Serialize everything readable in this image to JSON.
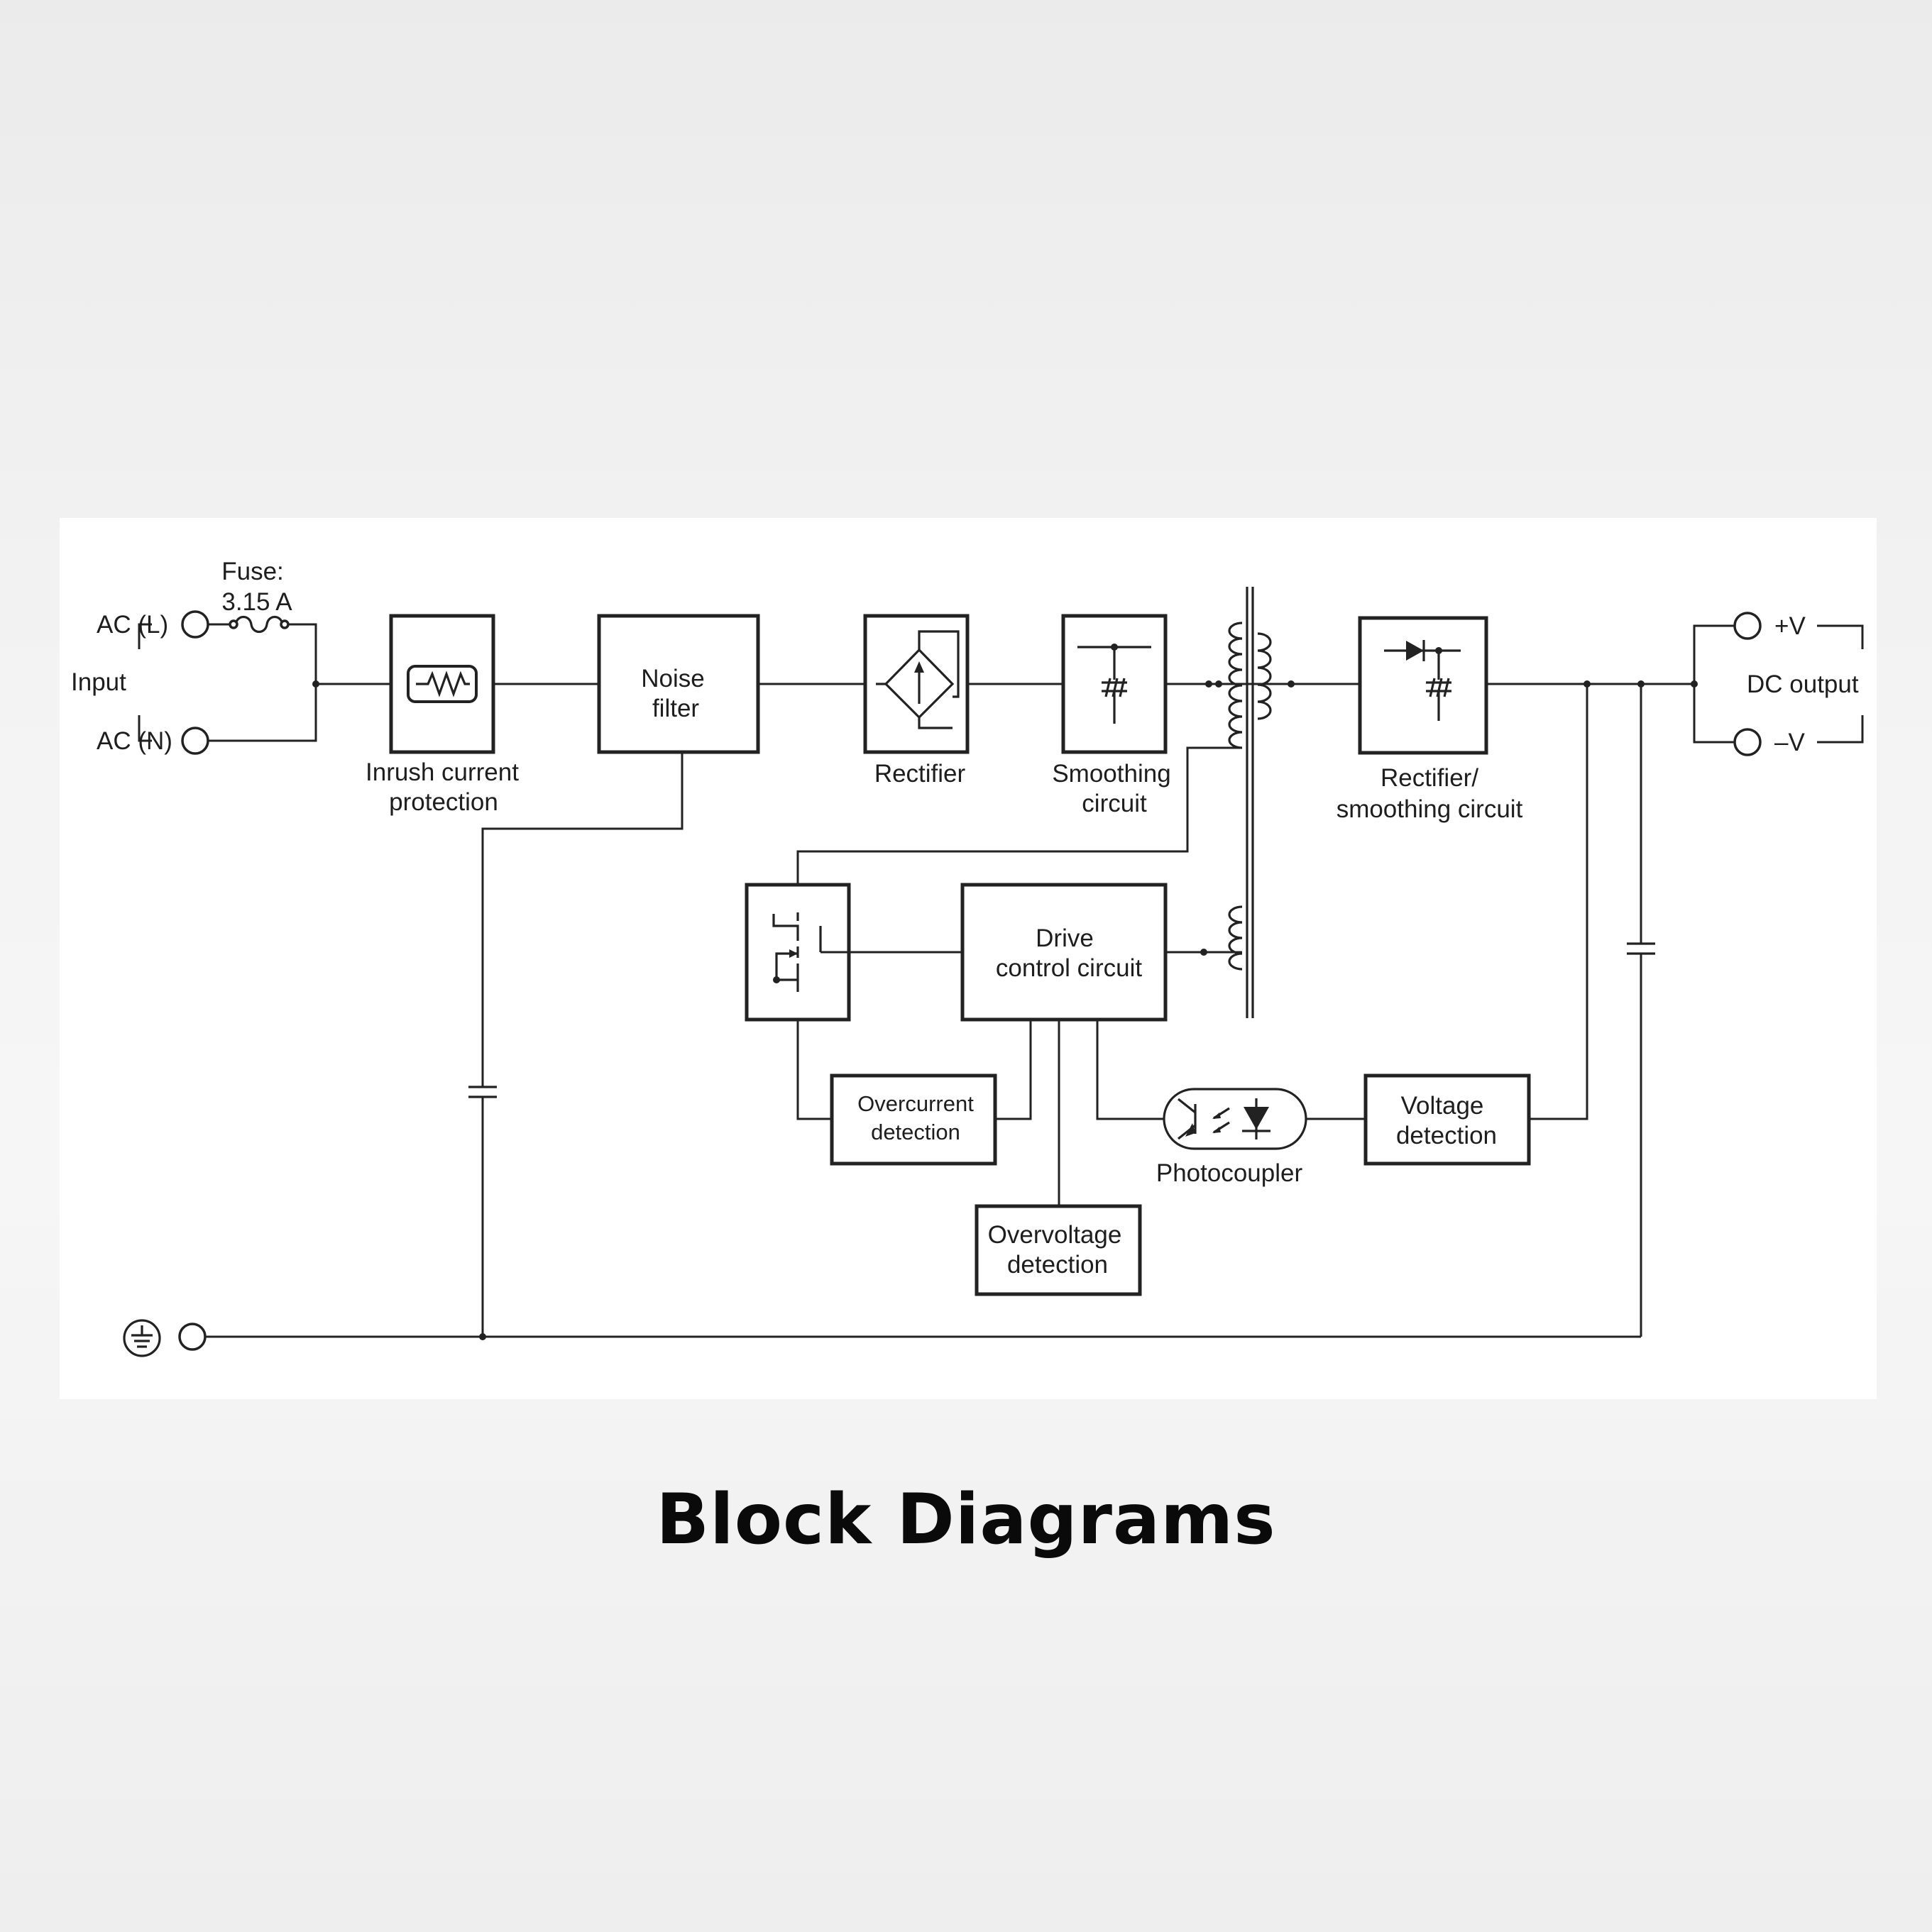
{
  "diagram": {
    "input_label": "Input",
    "ac_l_label": "AC (L)",
    "ac_n_label": "AC (N)",
    "fuse_label_line1": "Fuse:",
    "fuse_label_line2": "3.15 A",
    "inrush_label_line1": "Inrush current",
    "inrush_label_line2": "protection",
    "noise_filter_line1": "Noise",
    "noise_filter_line2": "filter",
    "rectifier_label": "Rectifier",
    "smoothing_line1": "Smoothing",
    "smoothing_line2": "circuit",
    "rect_smooth_line1": "Rectifier/",
    "rect_smooth_line2": "smoothing circuit",
    "plus_v_label": "+V",
    "minus_v_label": "–V",
    "dc_output_label": "DC output",
    "drive_line1": "Drive",
    "drive_line2": "control circuit",
    "overcurrent_line1": "Overcurrent",
    "overcurrent_line2": "detection",
    "overvoltage_line1": "Overvoltage",
    "overvoltage_line2": "detection",
    "photocoupler_label": "Photocoupler",
    "voltage_det_line1": "Voltage",
    "voltage_det_line2": "detection"
  },
  "page": {
    "title": "Block Diagrams"
  }
}
